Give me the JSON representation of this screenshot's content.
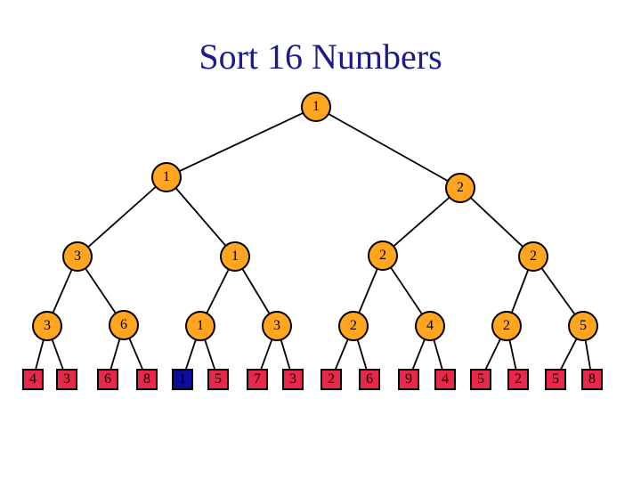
{
  "title": "Sort 16 Numbers",
  "colors": {
    "background": "#FFFFFF",
    "title": "#1B1B8F",
    "node_fill": "#FFA520",
    "node_border": "#000000",
    "edge": "#000000",
    "leaf_fill": "#E8274B",
    "leaf_border": "#000000",
    "highlight_leaf_fill": "#0D0D9B",
    "number_text": "#000000"
  },
  "tree": {
    "type": "tournament-sort-min-tree",
    "root": [
      "1"
    ],
    "level2": [
      "1",
      "2"
    ],
    "level3": [
      "3",
      "1",
      "2",
      "2"
    ],
    "level4": [
      "3",
      "6",
      "1",
      "3",
      "2",
      "4",
      "2",
      "5"
    ],
    "leaves": [
      "4",
      "3",
      "6",
      "8",
      "1",
      "5",
      "7",
      "3",
      "2",
      "6",
      "9",
      "4",
      "5",
      "2",
      "5",
      "8"
    ],
    "highlighted_leaf_index": 4,
    "highlighted_leaf_value": "1"
  }
}
